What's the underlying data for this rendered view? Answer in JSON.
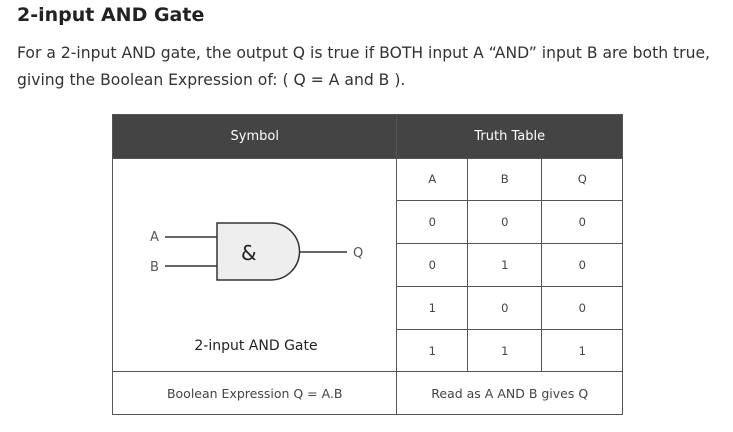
{
  "heading": "2-input AND Gate",
  "paragraph": {
    "line1": "For a 2-input AND gate, the output Q is true if BOTH input A “AND” input B are both true,",
    "line2": "giving the Boolean Expression of: ( Q = A and B )."
  },
  "table": {
    "symbol_header": "Symbol",
    "truth_header": "Truth Table",
    "gate": {
      "input_a": "A",
      "input_b": "B",
      "output": "Q",
      "symbol": "&",
      "caption": "2-input AND Gate"
    },
    "truth": {
      "columns": [
        "A",
        "B",
        "Q"
      ],
      "rows": [
        [
          "0",
          "0",
          "0"
        ],
        [
          "0",
          "1",
          "0"
        ],
        [
          "1",
          "0",
          "0"
        ],
        [
          "1",
          "1",
          "1"
        ]
      ]
    },
    "footer_left": "Boolean Expression Q = A.B",
    "footer_right": "Read as A AND B gives Q"
  }
}
